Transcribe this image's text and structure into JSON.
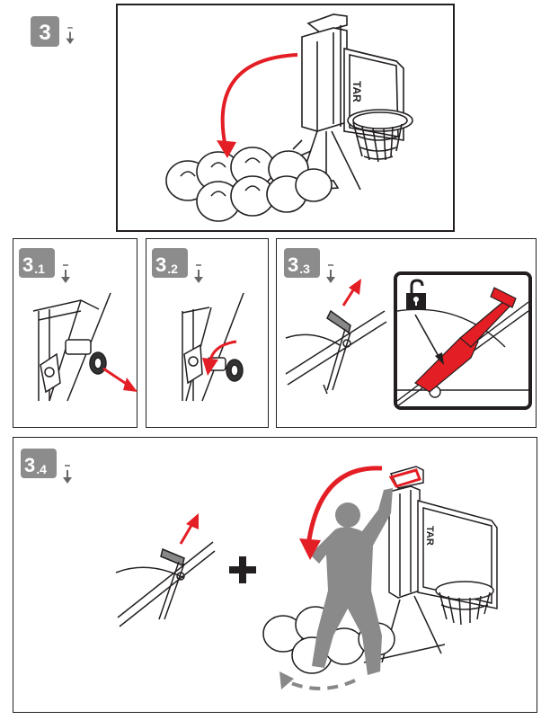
{
  "steps": {
    "main": {
      "number": "3",
      "sub": ""
    },
    "s31": {
      "number": "3",
      "sub": ".1"
    },
    "s32": {
      "number": "3",
      "sub": ".2"
    },
    "s33": {
      "number": "3",
      "sub": ".3"
    },
    "s34": {
      "number": "3",
      "sub": ".4"
    }
  },
  "backboard_text": "TAR",
  "colors": {
    "accent_red": "#e31e24",
    "badge_grey": "#8c8c8c",
    "silhouette_grey": "#8a8a8a",
    "line": "#231f20",
    "lock_panel_bg": "#ffffff"
  },
  "icons": [
    "step-arrow-down-icon",
    "padlock-open-icon",
    "plus-icon",
    "rotate-arrow-icon"
  ]
}
